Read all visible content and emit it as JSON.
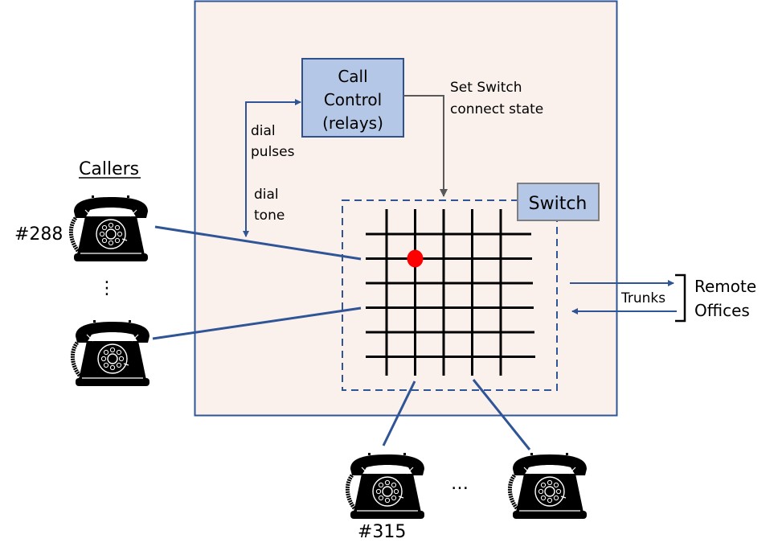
{
  "title": "Telephone central office switching diagram",
  "colors": {
    "office_fill": "#fbf1ec",
    "office_border": "#2e5597",
    "box_fill": "#b4c7e7",
    "box_border_blue": "#2f528f",
    "box_border_gray": "#7f7f7f",
    "line_blue": "#2f5597",
    "line_gray": "#595959",
    "grid": "#000000",
    "crosspoint": "#ff0000"
  },
  "call_control": {
    "lines": [
      "Call",
      "Control",
      "(relays)"
    ]
  },
  "set_switch_label": [
    "Set Switch",
    "connect state"
  ],
  "dial_pulses_label": [
    "dial",
    "pulses"
  ],
  "dial_tone_label": [
    "dial",
    "tone"
  ],
  "switch": {
    "label": "Switch",
    "rows": 6,
    "columns": 5,
    "active_crosspoint": {
      "row": 2,
      "column": 2
    }
  },
  "callers": {
    "heading": "Callers",
    "first_number": "#288",
    "ellipsis": "⋮"
  },
  "bottom_phones": {
    "first_number": "#315",
    "ellipsis": "…"
  },
  "trunks": {
    "label": "Trunks",
    "destination": [
      "Remote",
      "Offices"
    ]
  }
}
